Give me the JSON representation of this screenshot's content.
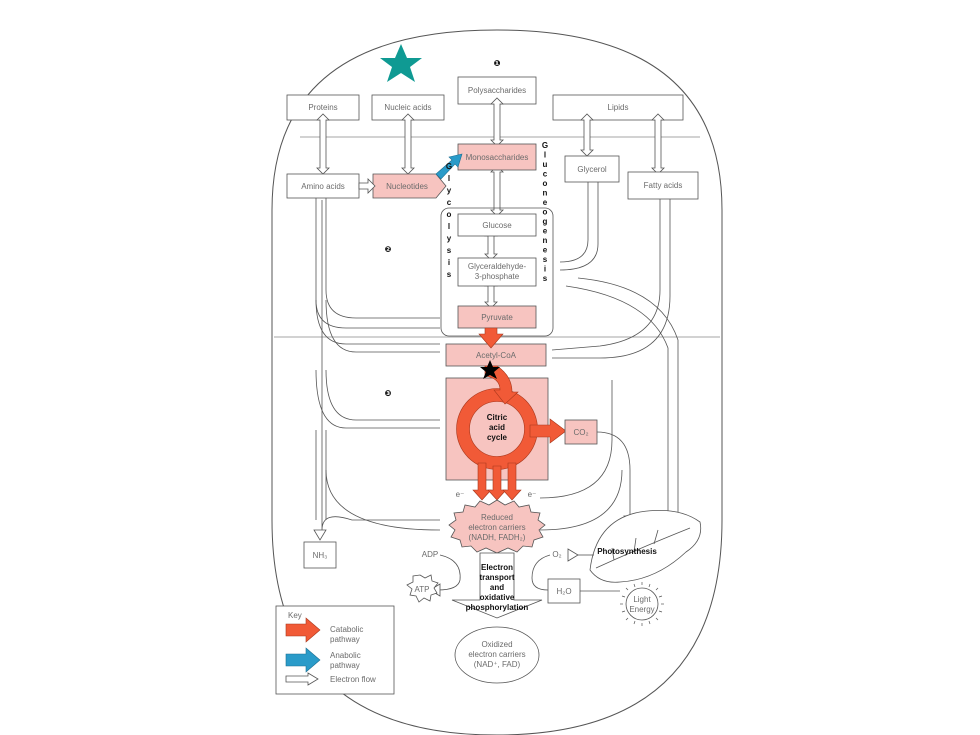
{
  "markers": {
    "m1": "❶",
    "m2": "❷",
    "m3": "❸"
  },
  "nodes": {
    "polysaccharides": "Polysaccharides",
    "proteins": "Proteins",
    "nucleic_acids": "Nucleic acids",
    "lipids": "Lipids",
    "monosaccharides": "Monosaccharides",
    "amino_acids": "Amino acids",
    "nucleotides": "Nucleotides",
    "glycerol": "Glycerol",
    "fatty_acids": "Fatty acids",
    "glucose": "Glucose",
    "g3p_line1": "Glyceraldehyde-",
    "g3p_line2": "3-phosphate",
    "pyruvate": "Pyruvate",
    "acetyl_coa": "Acetyl-CoA",
    "citric_line1": "Citric",
    "citric_line2": "acid",
    "citric_line3": "cycle",
    "co2": "CO₂",
    "electron_left": "e⁻",
    "electron_right": "e⁻",
    "reduced_line1": "Reduced",
    "reduced_line2": "electron carriers",
    "reduced_line3": "(NADH, FADH₂)",
    "nh3": "NH₃",
    "adp": "ADP",
    "atp": "ATP",
    "o2": "O₂",
    "h2o": "H₂O",
    "et_line1": "Electron",
    "et_line2": "transport",
    "et_line3": "and",
    "et_line4": "oxidative",
    "et_line5": "phosphorylation",
    "photosynthesis": "Photosynthesis",
    "light_line1": "Light",
    "light_line2": "Energy",
    "oxidized_line1": "Oxidized",
    "oxidized_line2": "electron carriers",
    "oxidized_line3": "(NAD⁺, FAD)"
  },
  "vertical_labels": {
    "glycolysis": "Glycolysis",
    "gluconeogenesis": "Gluconeogenesis"
  },
  "key": {
    "title": "Key",
    "catabolic_line1": "Catabolic",
    "catabolic_line2": "pathway",
    "anabolic_line1": "Anabolic",
    "anabolic_line2": "pathway",
    "electron_flow": "Electron flow"
  },
  "colors": {
    "catabolic": "#f15a37",
    "anabolic": "#2a9bc9",
    "highlight_box": "#f7c4c0",
    "star": "#0f9a93",
    "outline": "#555555"
  }
}
